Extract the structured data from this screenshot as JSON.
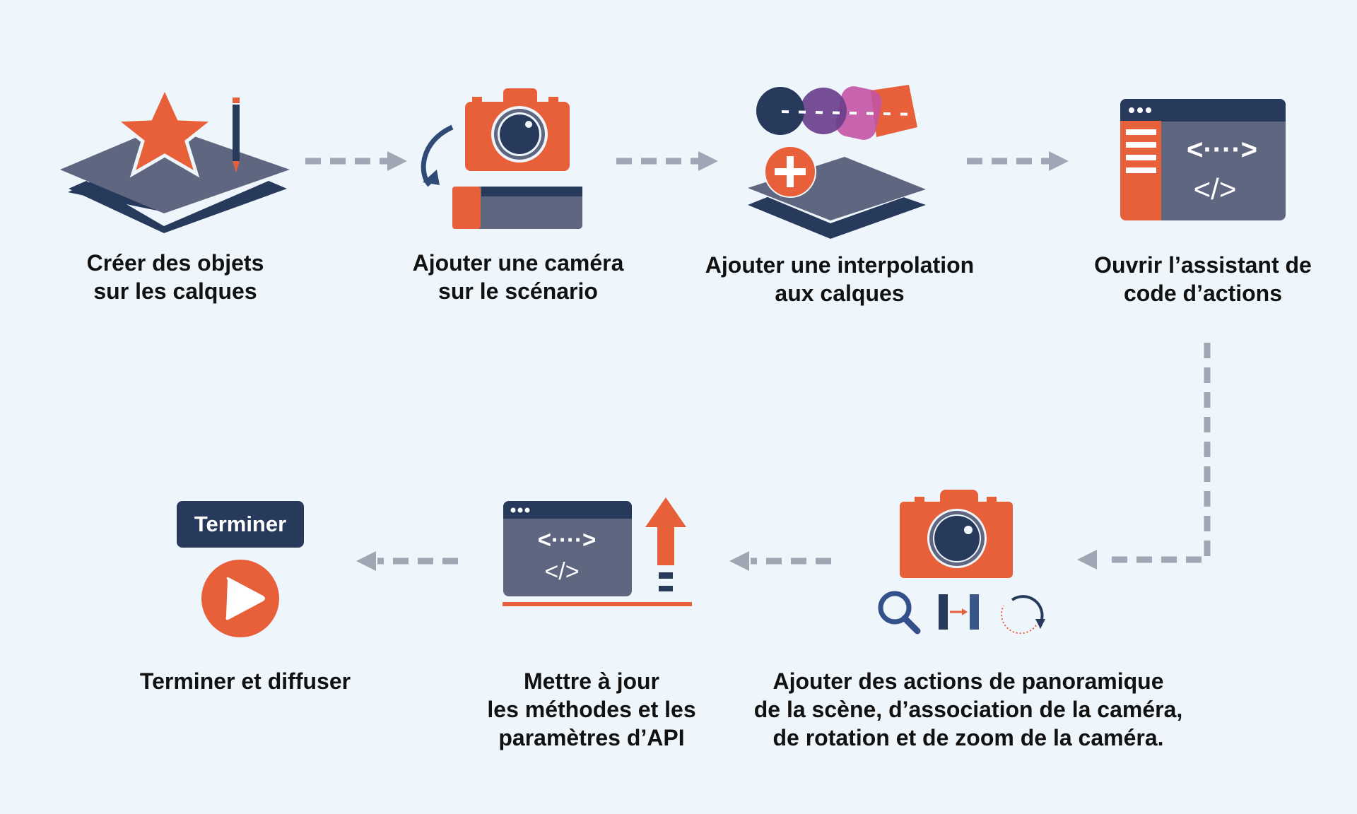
{
  "colors": {
    "orange": "#E8603A",
    "navy": "#283A5C",
    "slate": "#5E6680",
    "arrow": "#A0A6B4",
    "background": "#EEF6FC",
    "purple": "#6B3F8C",
    "pink": "#C254A4"
  },
  "steps": [
    {
      "lines": [
        "Créer des objets",
        "sur les calques"
      ],
      "icon": "layers-star-pencil-icon"
    },
    {
      "lines": [
        "Ajouter une caméra",
        "sur le scénario"
      ],
      "icon": "camera-timeline-icon"
    },
    {
      "lines": [
        "Ajouter une interpolation",
        "aux calques"
      ],
      "icon": "tween-layers-icon"
    },
    {
      "lines": [
        "Ouvrir l’assistant de",
        "code d’actions"
      ],
      "icon": "code-window-icon"
    },
    {
      "lines": [
        "Ajouter des actions de panoramique",
        "de la scène, d’association de la caméra,",
        "de rotation et de zoom de la caméra."
      ],
      "icon": "camera-actions-icon"
    },
    {
      "lines": [
        "Mettre à jour",
        "les méthodes et les",
        "paramètres d’API"
      ],
      "icon": "code-update-icon"
    },
    {
      "lines": [
        "Terminer et diffuser"
      ],
      "icon": "play-publish-icon"
    }
  ],
  "finish_badge": "Terminer",
  "code_glyphs": {
    "arrows": "<····>",
    "tag": "</>"
  }
}
